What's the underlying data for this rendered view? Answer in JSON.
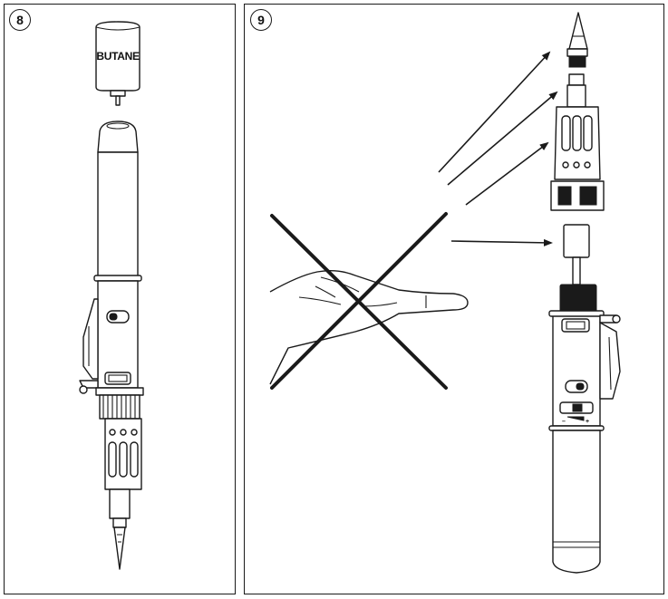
{
  "steps": [
    {
      "number": "8"
    },
    {
      "number": "9"
    }
  ],
  "refill_can": {
    "label": "BUTANE"
  },
  "flame_adjust": {
    "plus": "+",
    "minus": "–"
  },
  "colors": {
    "line": "#1a1a1a",
    "background": "#ffffff"
  },
  "icons": [
    "butane-can-icon",
    "soldering-iron-icon",
    "hand-icon",
    "prohibited-cross-icon",
    "arrow-icon"
  ]
}
